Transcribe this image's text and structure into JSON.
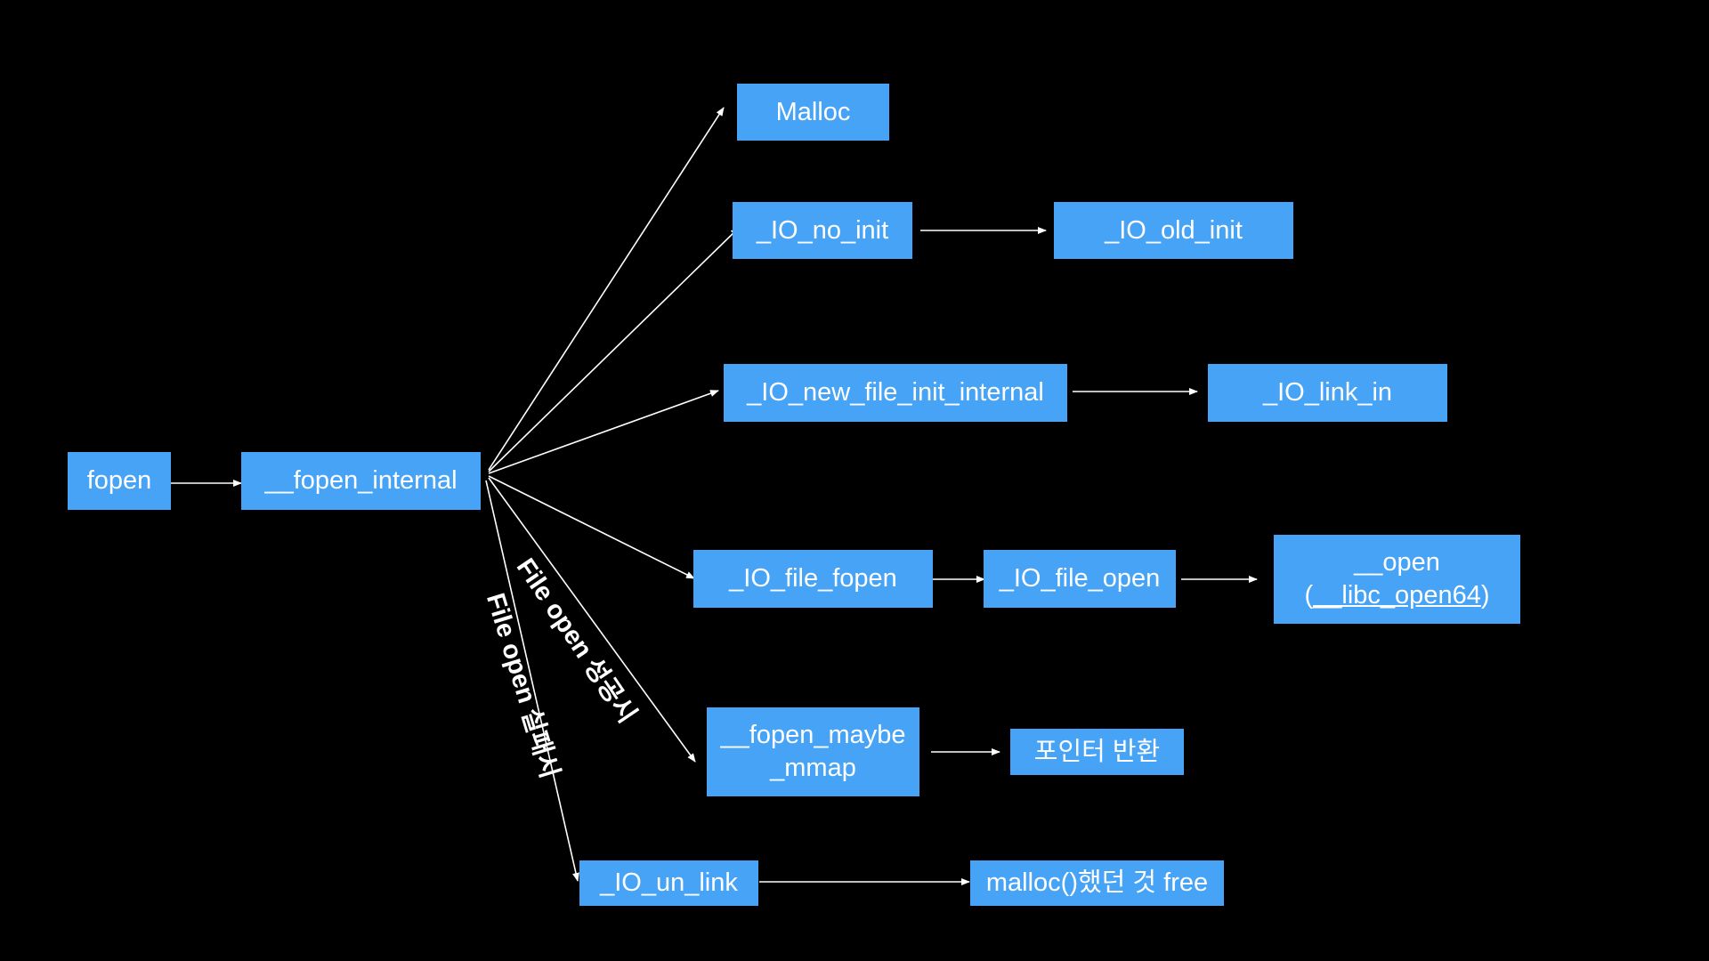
{
  "colors": {
    "background": "#000000",
    "node_fill": "#46a3f5",
    "node_text": "#ffffff",
    "edge": "#ffffff"
  },
  "nodes": {
    "fopen": "fopen",
    "fopen_internal": "__fopen_internal",
    "malloc": "Malloc",
    "io_no_init": "_IO_no_init",
    "io_old_init": "_IO_old_init",
    "io_new_file_init_internal": "_IO_new_file_init_internal",
    "io_link_in": "_IO_link_in",
    "io_file_fopen": "_IO_file_fopen",
    "io_file_open": "_IO_file_open",
    "open_line1": "__open",
    "open_line2_pre": "(",
    "open_line2_link": "__libc_open64",
    "open_line2_post": ")",
    "fopen_maybe_mmap_line1": "__fopen_maybe",
    "fopen_maybe_mmap_line2": "_mmap",
    "return_pointer": "포인터 반환",
    "io_un_link": "_IO_un_link",
    "malloc_free": "malloc()했던 것 free"
  },
  "edge_labels": {
    "on_success": "File open 성공시",
    "on_failure": "File open 실패시"
  }
}
